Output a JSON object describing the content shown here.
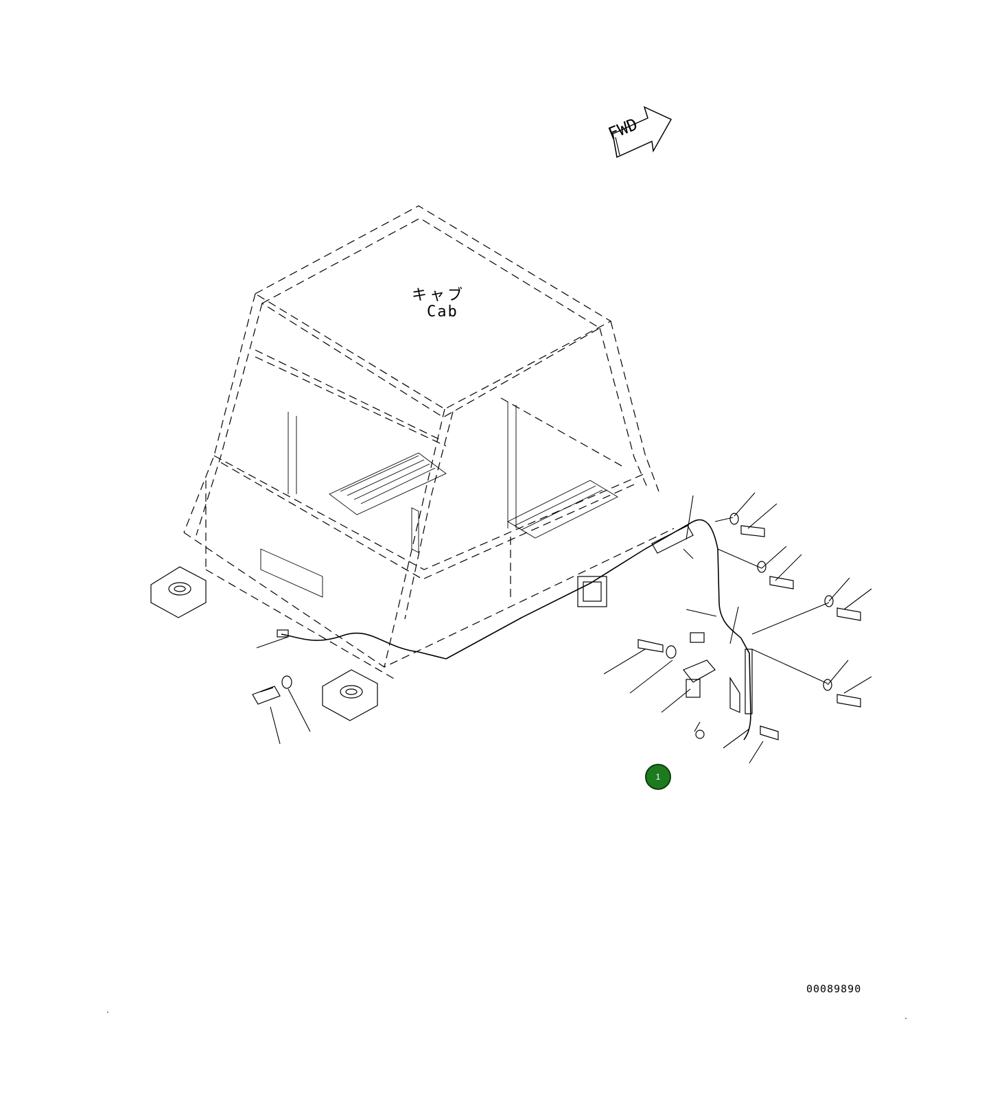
{
  "labels": {
    "cab_japanese": "キャブ",
    "cab_english": "Cab",
    "forward_arrow": "FWD",
    "drawing_number": "00089890"
  },
  "callouts": [
    {
      "number": "1",
      "color": "#1e7a1e"
    }
  ],
  "colors": {
    "line": "#000000",
    "background": "#ffffff",
    "callout_fill": "#1e7a1e"
  }
}
